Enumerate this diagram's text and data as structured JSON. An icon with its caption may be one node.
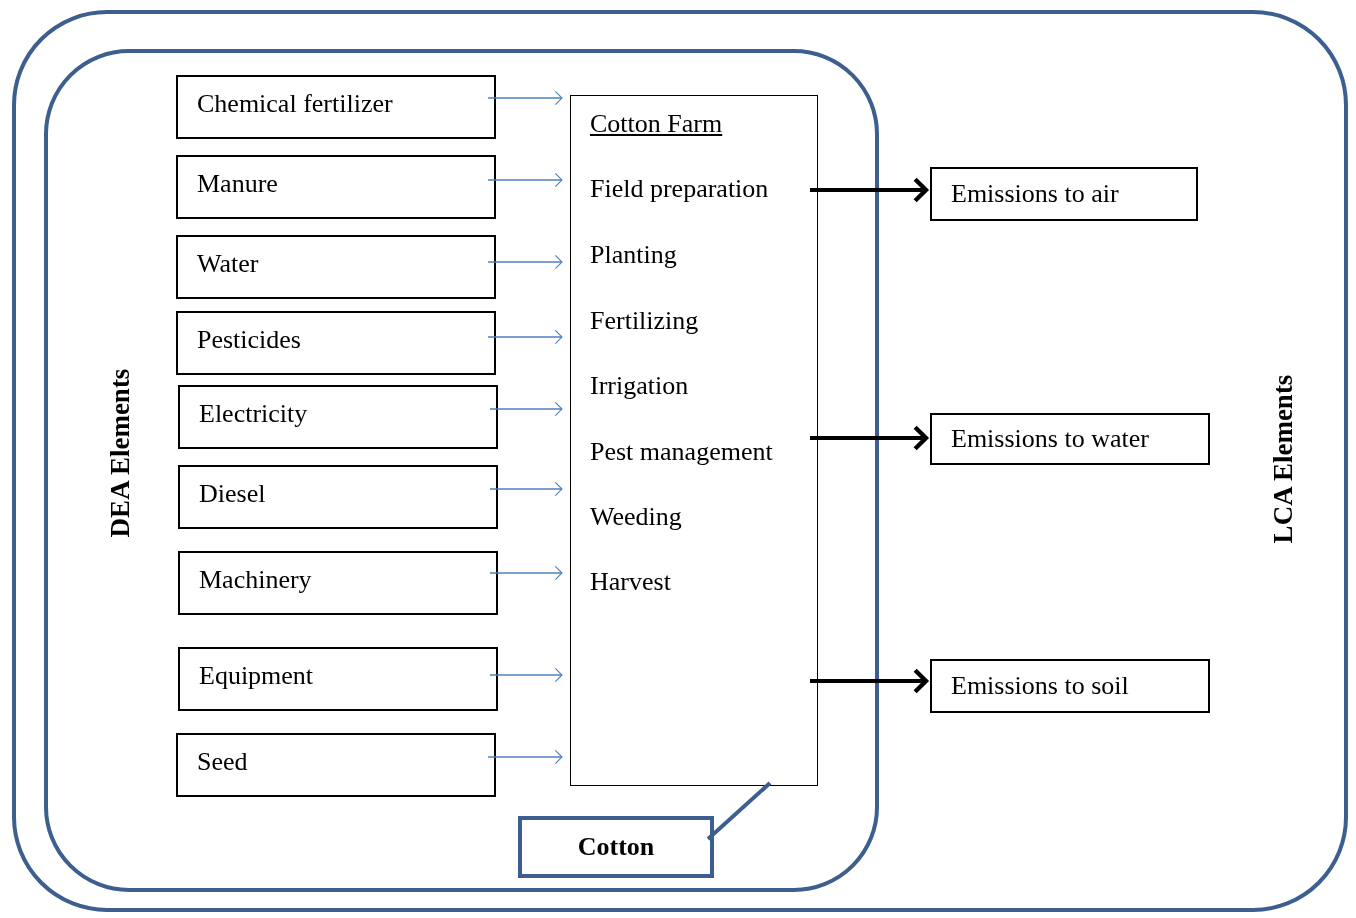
{
  "diagram": {
    "nodes": [
      {
        "text": [
          "LCA Elements"
        ]
      },
      {
        "text": [
          "DEA Elements"
        ],
        "in": 0
      },
      {
        "text": [
          "Chemical fertilizer"
        ],
        "in": 1
      },
      {
        "text": [
          "Manure"
        ],
        "in": 1
      },
      {
        "text": [
          "Water"
        ],
        "in": 1
      },
      {
        "text": [
          "Pesticides"
        ],
        "in": 1
      },
      {
        "text": [
          "Electricity"
        ],
        "in": 1
      },
      {
        "text": [
          "Diesel"
        ],
        "in": 1
      },
      {
        "text": [
          "Machinery"
        ],
        "in": 1
      },
      {
        "text": [
          "Equipment"
        ],
        "in": 1
      },
      {
        "text": [
          "Seed"
        ],
        "in": 1
      },
      {
        "text": [
          "Cotton Farm",
          "Field preparation",
          "Planting",
          "Fertilizing",
          "Irrigation",
          "Pest management",
          "Weeding",
          "Harvest"
        ],
        "in": 1
      },
      {
        "text": [
          "Emissions to air"
        ],
        "in": 0
      },
      {
        "text": [
          "Emissions to water"
        ],
        "in": 0
      },
      {
        "text": [
          "Emissions to soil"
        ],
        "in": 0
      },
      {
        "text": [
          "Cotton"
        ],
        "in": 1
      }
    ],
    "edges": [
      {
        "from": 2,
        "to": 11,
        "arrow": "to"
      },
      {
        "from": 3,
        "to": 11,
        "arrow": "to"
      },
      {
        "from": 4,
        "to": 11,
        "arrow": "to"
      },
      {
        "from": 5,
        "to": 11,
        "arrow": "to"
      },
      {
        "from": 6,
        "to": 11,
        "arrow": "to"
      },
      {
        "from": 7,
        "to": 11,
        "arrow": "to"
      },
      {
        "from": 8,
        "to": 11,
        "arrow": "to"
      },
      {
        "from": 9,
        "to": 11,
        "arrow": "to"
      },
      {
        "from": 10,
        "to": 11,
        "arrow": "to"
      },
      {
        "from": 11,
        "to": 12,
        "arrow": "to",
        "style": "thick",
        "color": "#000000"
      },
      {
        "from": 11,
        "to": 13,
        "arrow": "to",
        "style": "thick",
        "color": "#000000"
      },
      {
        "from": 11,
        "to": 14,
        "arrow": "to",
        "style": "thick",
        "color": "#000000"
      },
      {
        "from": 11,
        "to": 15,
        "arrow": "none",
        "style": "thick",
        "color": "#3c5f8f"
      }
    ]
  }
}
